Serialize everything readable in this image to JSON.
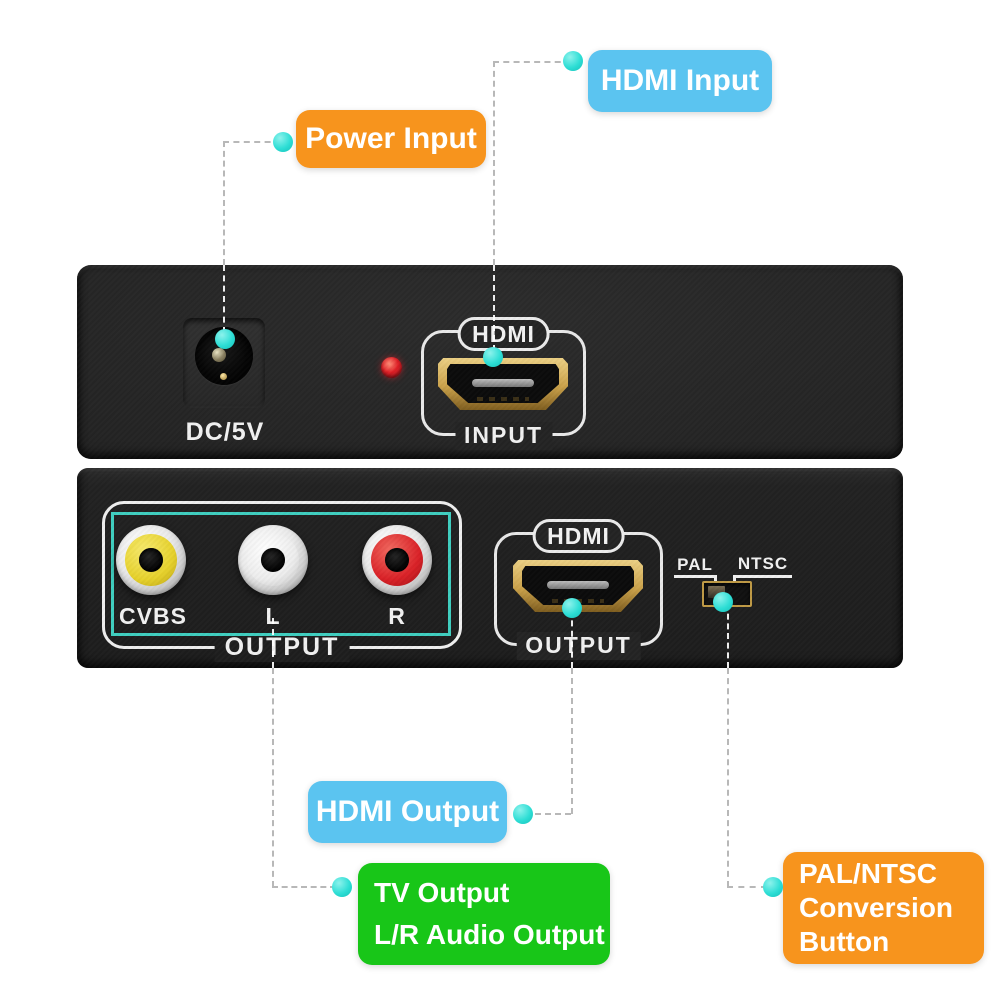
{
  "callouts": {
    "power_input": {
      "label": "Power Input"
    },
    "hdmi_input": {
      "label": "HDMI Input"
    },
    "hdmi_output": {
      "label": "HDMI Output"
    },
    "tv_output": {
      "line1": "TV Output",
      "line2": "L/R Audio Output"
    },
    "pal_ntsc_button": {
      "line1": "PAL/NTSC",
      "line2": "Conversion",
      "line3": "Button"
    }
  },
  "device_top": {
    "dc_label": "DC/5V",
    "hdmi_badge": "HDMI",
    "port_label": "INPUT"
  },
  "device_bottom": {
    "rca_jacks": [
      {
        "label": "CVBS",
        "color": "#e7d22c"
      },
      {
        "label": "L",
        "color": "#ededed"
      },
      {
        "label": "R",
        "color": "#da2127"
      }
    ],
    "rca_group_label": "OUTPUT",
    "hdmi_badge": "HDMI",
    "port_label": "OUTPUT",
    "switch": {
      "left_label": "PAL",
      "right_label": "NTSC"
    }
  },
  "colors": {
    "callout_orange": "#f7941d",
    "callout_blue": "#5bc4f0",
    "callout_green": "#18c618",
    "connector_dot_cyan": "#2eded5",
    "rca_frame_teal": "#3fcfc0",
    "led_red": "#e01f26",
    "hdmi_gold": "#cba24a",
    "device_black": "#222222"
  }
}
